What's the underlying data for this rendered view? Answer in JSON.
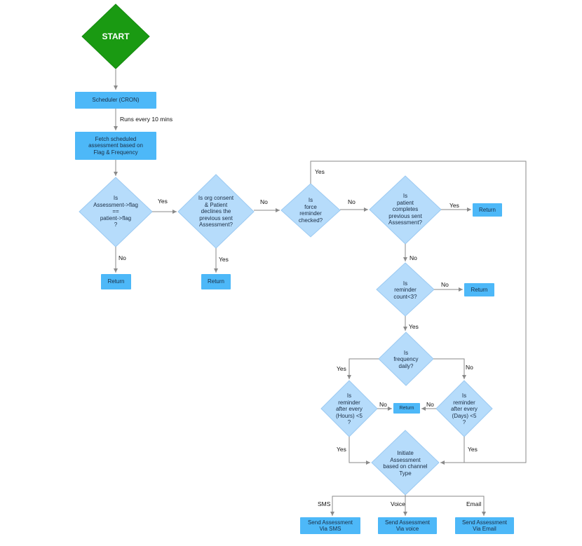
{
  "start": "START",
  "boxes": {
    "scheduler": "Scheduler (CRON)",
    "fetch": "Fetch scheduled\nassessment based on\nFlag & Frequency",
    "return": "Return",
    "send_sms": "Send Assessment\nVia SMS",
    "send_voice": "Send Assessment\nVia voice",
    "send_email": "Send Assessment\nVia Email"
  },
  "decisions": {
    "flag": "Is\nAssessment->flag\n==\npatient->flag\n?",
    "consent": "Is org consent\n& Patient\ndeclines the\nprevious sent\nAssessment?",
    "force": "Is\nforce\nreminder\nchecked?",
    "completes": "Is\npatient\ncompletes\nprevious sent\nAssessment?",
    "count": "Is\nreminder\ncount<3?",
    "frequency": "Is\nfrequency\ndaily?",
    "hours": "Is\nreminder\nafter every\n(Hours) <5\n?",
    "days": "Is\nreminder\nafter every\n(Days) <5\n?",
    "initiate": "Initiate\nAssessment\nbased on channel\nType"
  },
  "labels": {
    "runs": "Runs every 10 mins",
    "yes": "Yes",
    "no": "No",
    "sms": "SMS",
    "voice": "Voice",
    "email": "Email"
  },
  "colors": {
    "start": "#1a9a12",
    "box": "#4db8f8",
    "diamond": "#b6dcfb",
    "diamond_border": "#9ccaf2",
    "line": "#8a8a8a"
  }
}
